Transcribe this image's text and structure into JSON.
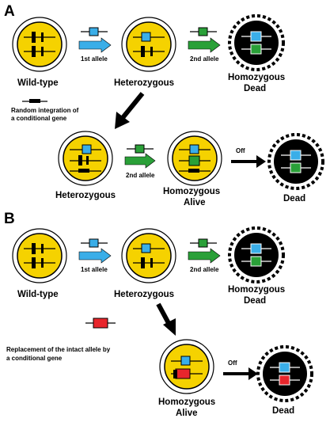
{
  "colors": {
    "yellow": "#f5d200",
    "blue": "#3aaee8",
    "green": "#2aa038",
    "red": "#e8262c",
    "black": "#000000"
  },
  "panelA": {
    "letter": "A",
    "arrow1": "1st allele",
    "arrow2": "2nd allele",
    "cell1": "Wild-type",
    "cell2": "Heterozygous",
    "cell3_line1": "Homozygous",
    "cell3_line2": "Dead",
    "note": "Random integration of\na conditional gene",
    "row2_arrow": "2nd allele",
    "row2_off": "Off",
    "row2_cell1": "Heterozygous",
    "row2_cell2_line1": "Homozygous",
    "row2_cell2_line2": "Alive",
    "row2_cell3": "Dead"
  },
  "panelB": {
    "letter": "B",
    "arrow1": "1st allele",
    "arrow2": "2nd allele",
    "cell1": "Wild-type",
    "cell2": "Heterozygous",
    "cell3_line1": "Homozygous",
    "cell3_line2": "Dead",
    "note": "Replacement of the intact allele by\na conditional gene",
    "row2_off": "Off",
    "row2_cell1_line1": "Homozygous",
    "row2_cell1_line2": "Alive",
    "row2_cell2": "Dead"
  }
}
